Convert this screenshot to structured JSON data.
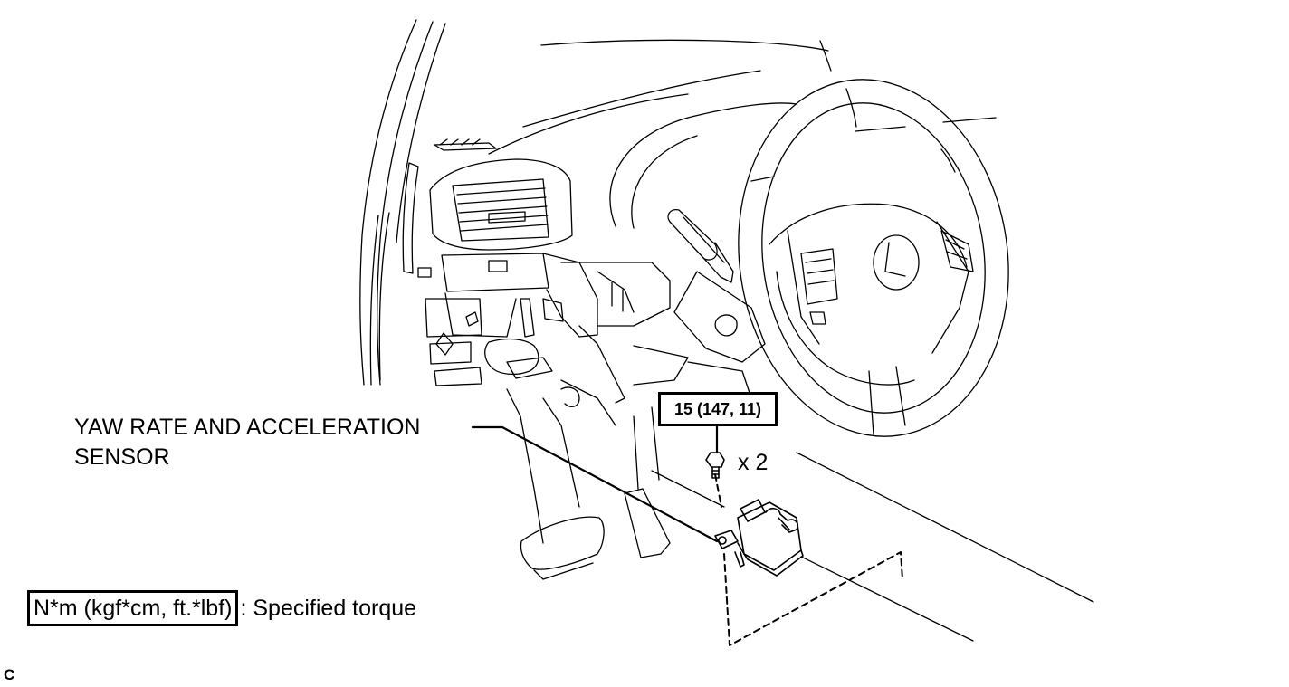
{
  "diagram": {
    "part_label_line1": "YAW RATE AND ACCELERATION",
    "part_label_line2": "SENSOR",
    "torque_value": "15 (147, 11)",
    "bolt_quantity": "x 2",
    "legend_box": "N*m (kgf*cm, ft.*lbf)",
    "legend_text": ": Specified torque",
    "corner_code": "C"
  }
}
